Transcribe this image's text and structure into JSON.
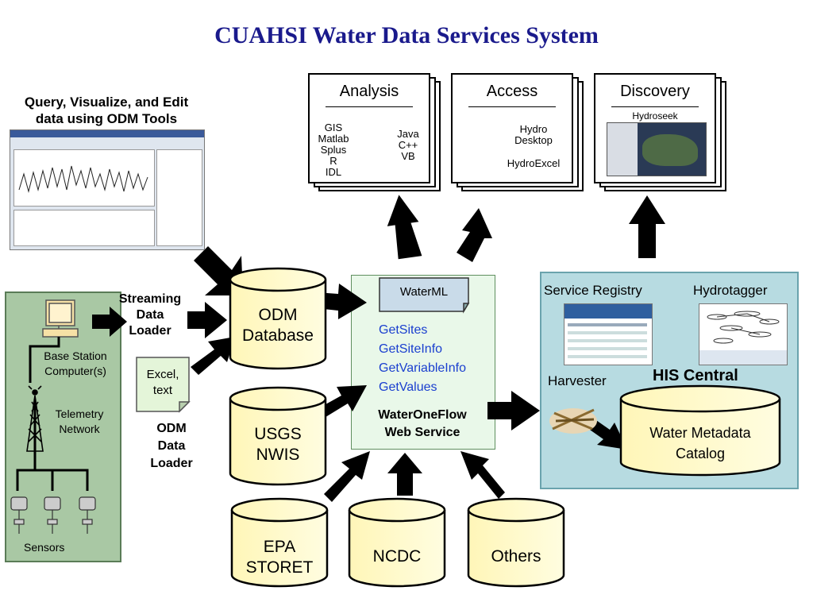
{
  "title": "CUAHSI Water Data Services System",
  "odm_tools": {
    "caption_line1": "Query, Visualize, and Edit",
    "caption_line2": "data using ODM Tools"
  },
  "analysis": {
    "header": "Analysis",
    "left": [
      "GIS",
      "Matlab",
      "Splus",
      "R",
      "IDL"
    ],
    "right": [
      "Java",
      "C++",
      "VB"
    ]
  },
  "access": {
    "header": "Access",
    "line1": "Hydro",
    "line2": "Desktop",
    "line3": "HydroExcel"
  },
  "discovery": {
    "header": "Discovery",
    "sub": "Hydroseek"
  },
  "left_panel": {
    "base_station_1": "Base Station",
    "base_station_2": "Computer(s)",
    "telemetry_1": "Telemetry",
    "telemetry_2": "Network",
    "sensors": "Sensors"
  },
  "streaming": {
    "line1": "Streaming",
    "line2": "Data",
    "line3": "Loader"
  },
  "excel": {
    "line1": "Excel,",
    "line2": "text"
  },
  "odm_loader": {
    "line1": "ODM",
    "line2": "Data",
    "line3": "Loader"
  },
  "odm_db": {
    "line1": "ODM",
    "line2": "Database"
  },
  "usgs": {
    "line1": "USGS",
    "line2": "NWIS"
  },
  "epa": {
    "line1": "EPA",
    "line2": "STORET"
  },
  "ncdc": {
    "label": "NCDC"
  },
  "others": {
    "label": "Others"
  },
  "wof": {
    "waterml": "WaterML",
    "methods": [
      "GetSites",
      "GetSiteInfo",
      "GetVariableInfo",
      "GetValues"
    ],
    "name1": "WaterOneFlow",
    "name2": "Web Service"
  },
  "his": {
    "service_registry": "Service Registry",
    "hydrotagger": "Hydrotagger",
    "harvester": "Harvester",
    "his_central": "HIS Central",
    "catalog1": "Water Metadata",
    "catalog2": "Catalog"
  },
  "colors": {
    "title": "#1a1a8c",
    "cylinder": "#fffacb",
    "green_panel": "#a9c8a4",
    "blue_panel": "#b7dbe1",
    "method_blue": "#1a3fcf"
  }
}
